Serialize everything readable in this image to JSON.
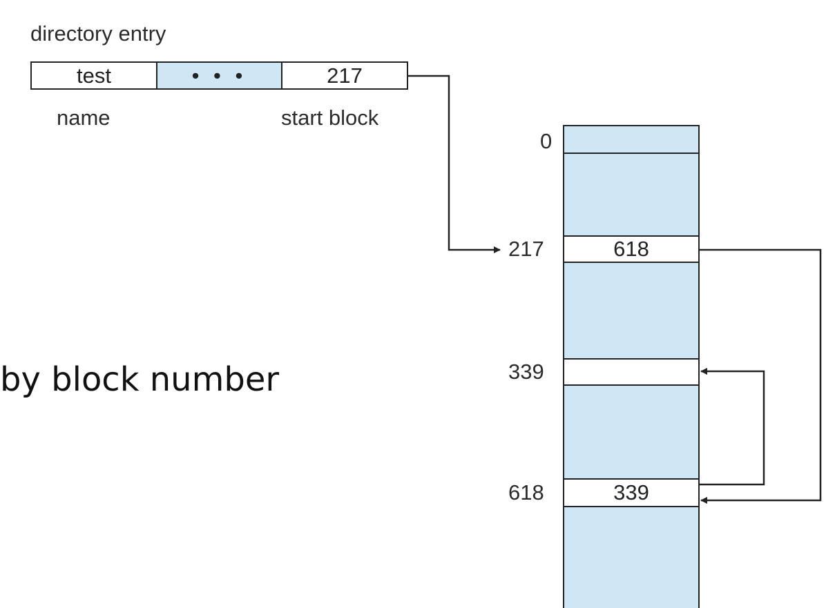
{
  "directory": {
    "title": "directory entry",
    "fields": [
      "test",
      "• • •",
      "217"
    ],
    "name_label": "name",
    "start_label": "start block"
  },
  "fat": {
    "row_labels": [
      "0",
      "217",
      "339",
      "618"
    ],
    "entry_217": "618",
    "entry_618": "339"
  },
  "slide_text": "by block number",
  "colors": {
    "block_fill": "#cfe6f5",
    "line": "#222222",
    "white": "#ffffff"
  }
}
